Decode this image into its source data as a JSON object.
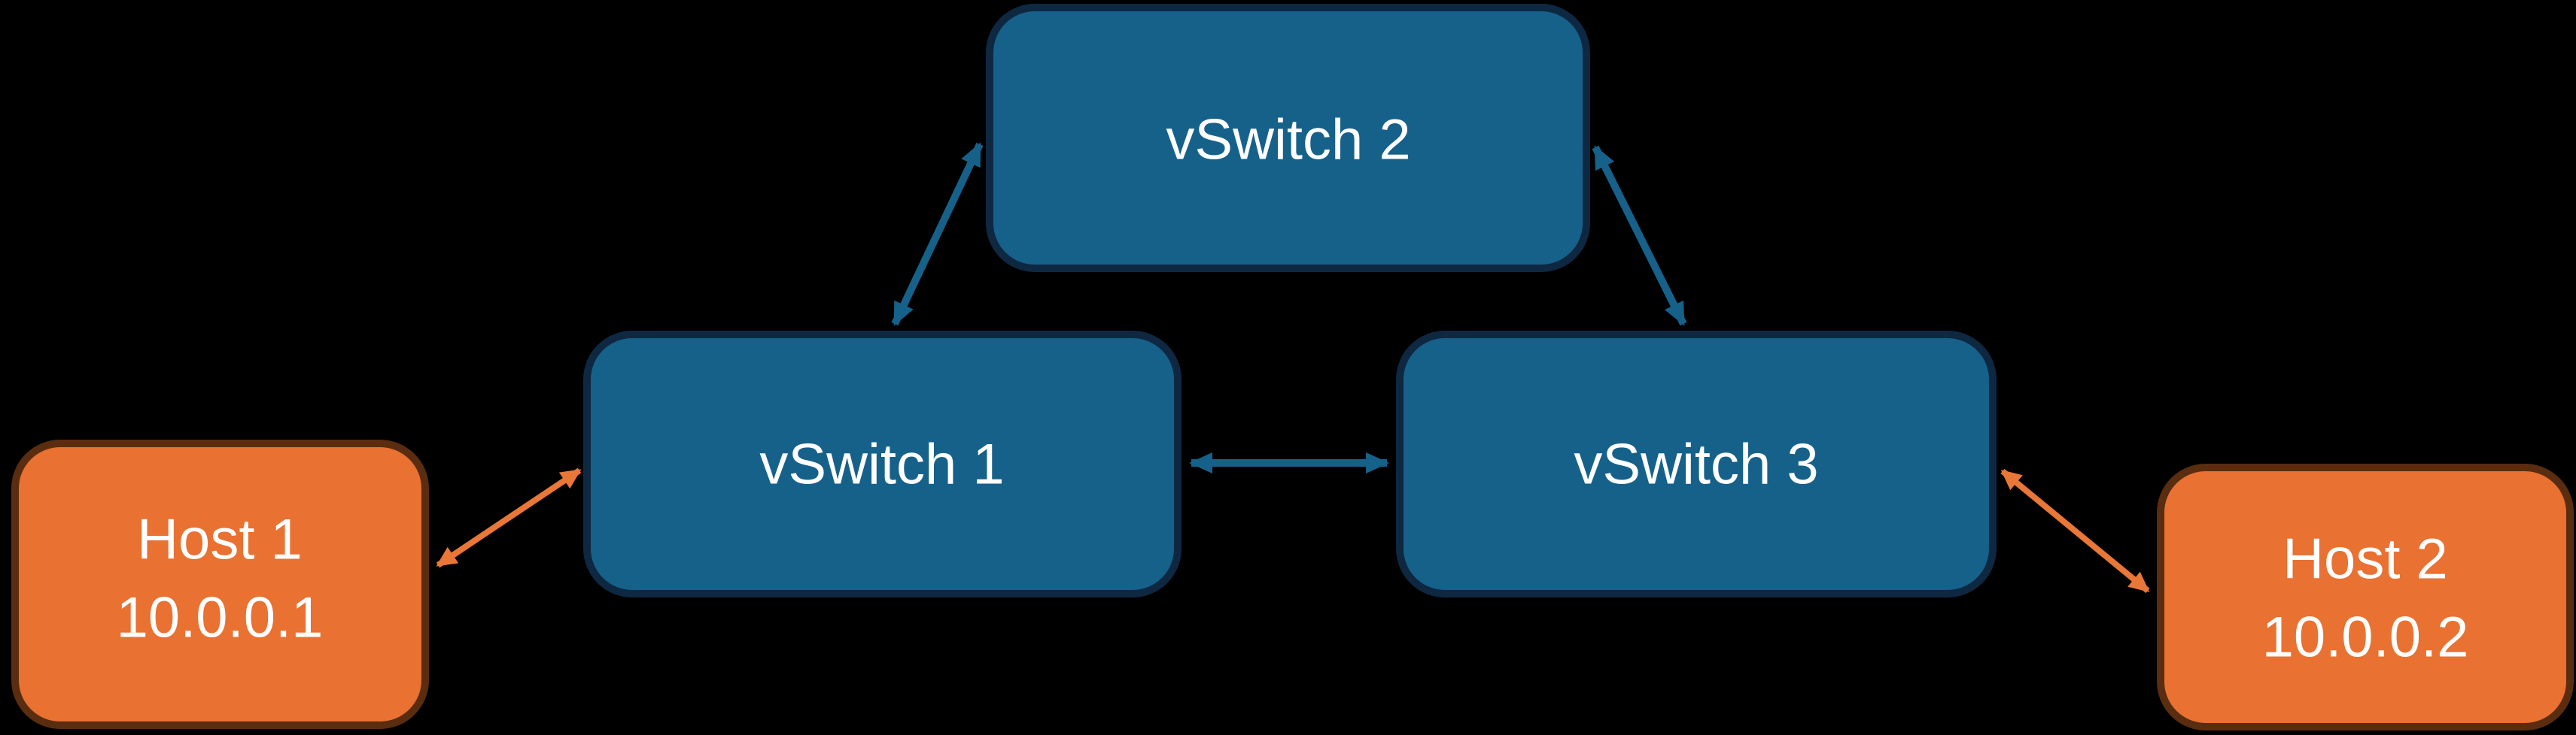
{
  "colors": {
    "background": "#000000",
    "switch_fill": "#16618A",
    "switch_border": "#0E2841",
    "switch_link": "#16618A",
    "host_fill": "#E97132",
    "host_border": "#5A2D10",
    "host_link": "#E97737",
    "label_text": "#FFFFFF"
  },
  "diagram": {
    "nodes": {
      "vswitch1": {
        "label": "vSwitch 1",
        "type": "virtual-switch"
      },
      "vswitch2": {
        "label": "vSwitch 2",
        "type": "virtual-switch"
      },
      "vswitch3": {
        "label": "vSwitch 3",
        "type": "virtual-switch"
      },
      "host1": {
        "label": "Host 1",
        "ip": "10.0.0.1",
        "type": "host"
      },
      "host2": {
        "label": "Host 2",
        "ip": "10.0.0.2",
        "type": "host"
      }
    },
    "links": [
      {
        "from": "Host 1",
        "to": "vSwitch 1",
        "bidirectional": true,
        "color_role": "host_link"
      },
      {
        "from": "vSwitch 1",
        "to": "vSwitch 2",
        "bidirectional": true,
        "color_role": "switch_link"
      },
      {
        "from": "vSwitch 2",
        "to": "vSwitch 3",
        "bidirectional": true,
        "color_role": "switch_link"
      },
      {
        "from": "vSwitch 1",
        "to": "vSwitch 3",
        "bidirectional": true,
        "color_role": "switch_link"
      },
      {
        "from": "vSwitch 3",
        "to": "Host 2",
        "bidirectional": true,
        "color_role": "host_link"
      }
    ]
  }
}
